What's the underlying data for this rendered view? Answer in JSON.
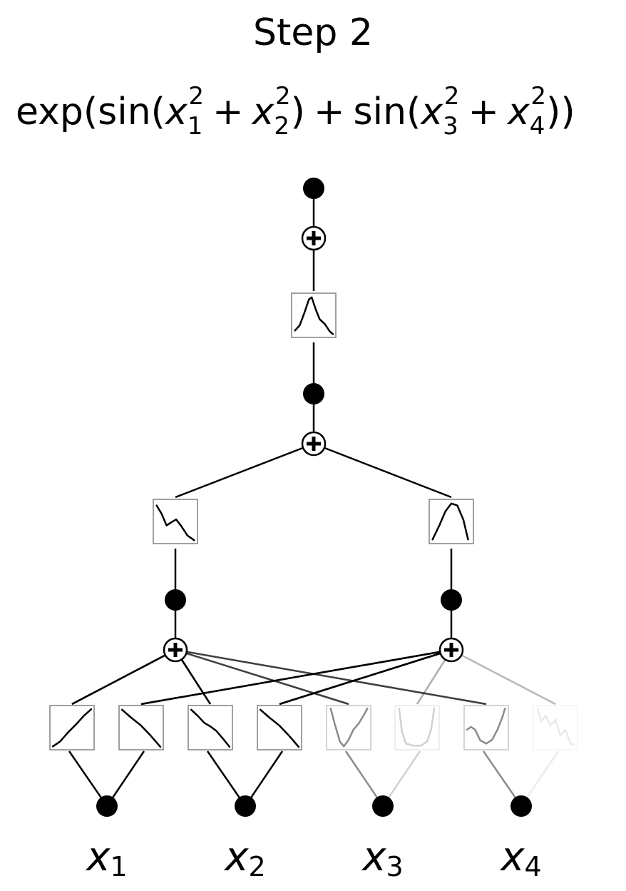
{
  "title": "Step 2",
  "formula": {
    "exp": "exp",
    "open": "(",
    "sin": "sin",
    "x": "x",
    "plus": "+",
    "close": ")",
    "sup": "2",
    "subs": [
      "1",
      "2",
      "3",
      "4"
    ]
  },
  "inputs": [
    {
      "var": "x",
      "sub": "1"
    },
    {
      "var": "x",
      "sub": "2"
    },
    {
      "var": "x",
      "sub": "3"
    },
    {
      "var": "x",
      "sub": "4"
    }
  ],
  "edge_opacity": {
    "layer1": [
      1.0,
      1.0,
      1.0,
      1.0,
      0.45,
      0.18,
      0.45,
      0.08
    ],
    "layer2": [
      1.0,
      1.0
    ],
    "layer3": [
      1.0
    ]
  },
  "layer1_connections": [
    {
      "from_unit": 0,
      "to_sum": 0,
      "weight": 1.0
    },
    {
      "from_unit": 1,
      "to_sum": 1,
      "weight": 1.0
    },
    {
      "from_unit": 2,
      "to_sum": 0,
      "weight": 1.0
    },
    {
      "from_unit": 3,
      "to_sum": 1,
      "weight": 1.0
    },
    {
      "from_unit": 4,
      "to_sum": 0,
      "weight": 0.5
    },
    {
      "from_unit": 5,
      "to_sum": 1,
      "weight": 0.18
    },
    {
      "from_unit": 6,
      "to_sum": 0,
      "weight": 0.5
    },
    {
      "from_unit": 7,
      "to_sum": 1,
      "weight": 0.15
    }
  ],
  "colors": {
    "line": "#000000",
    "box": "#808080"
  }
}
